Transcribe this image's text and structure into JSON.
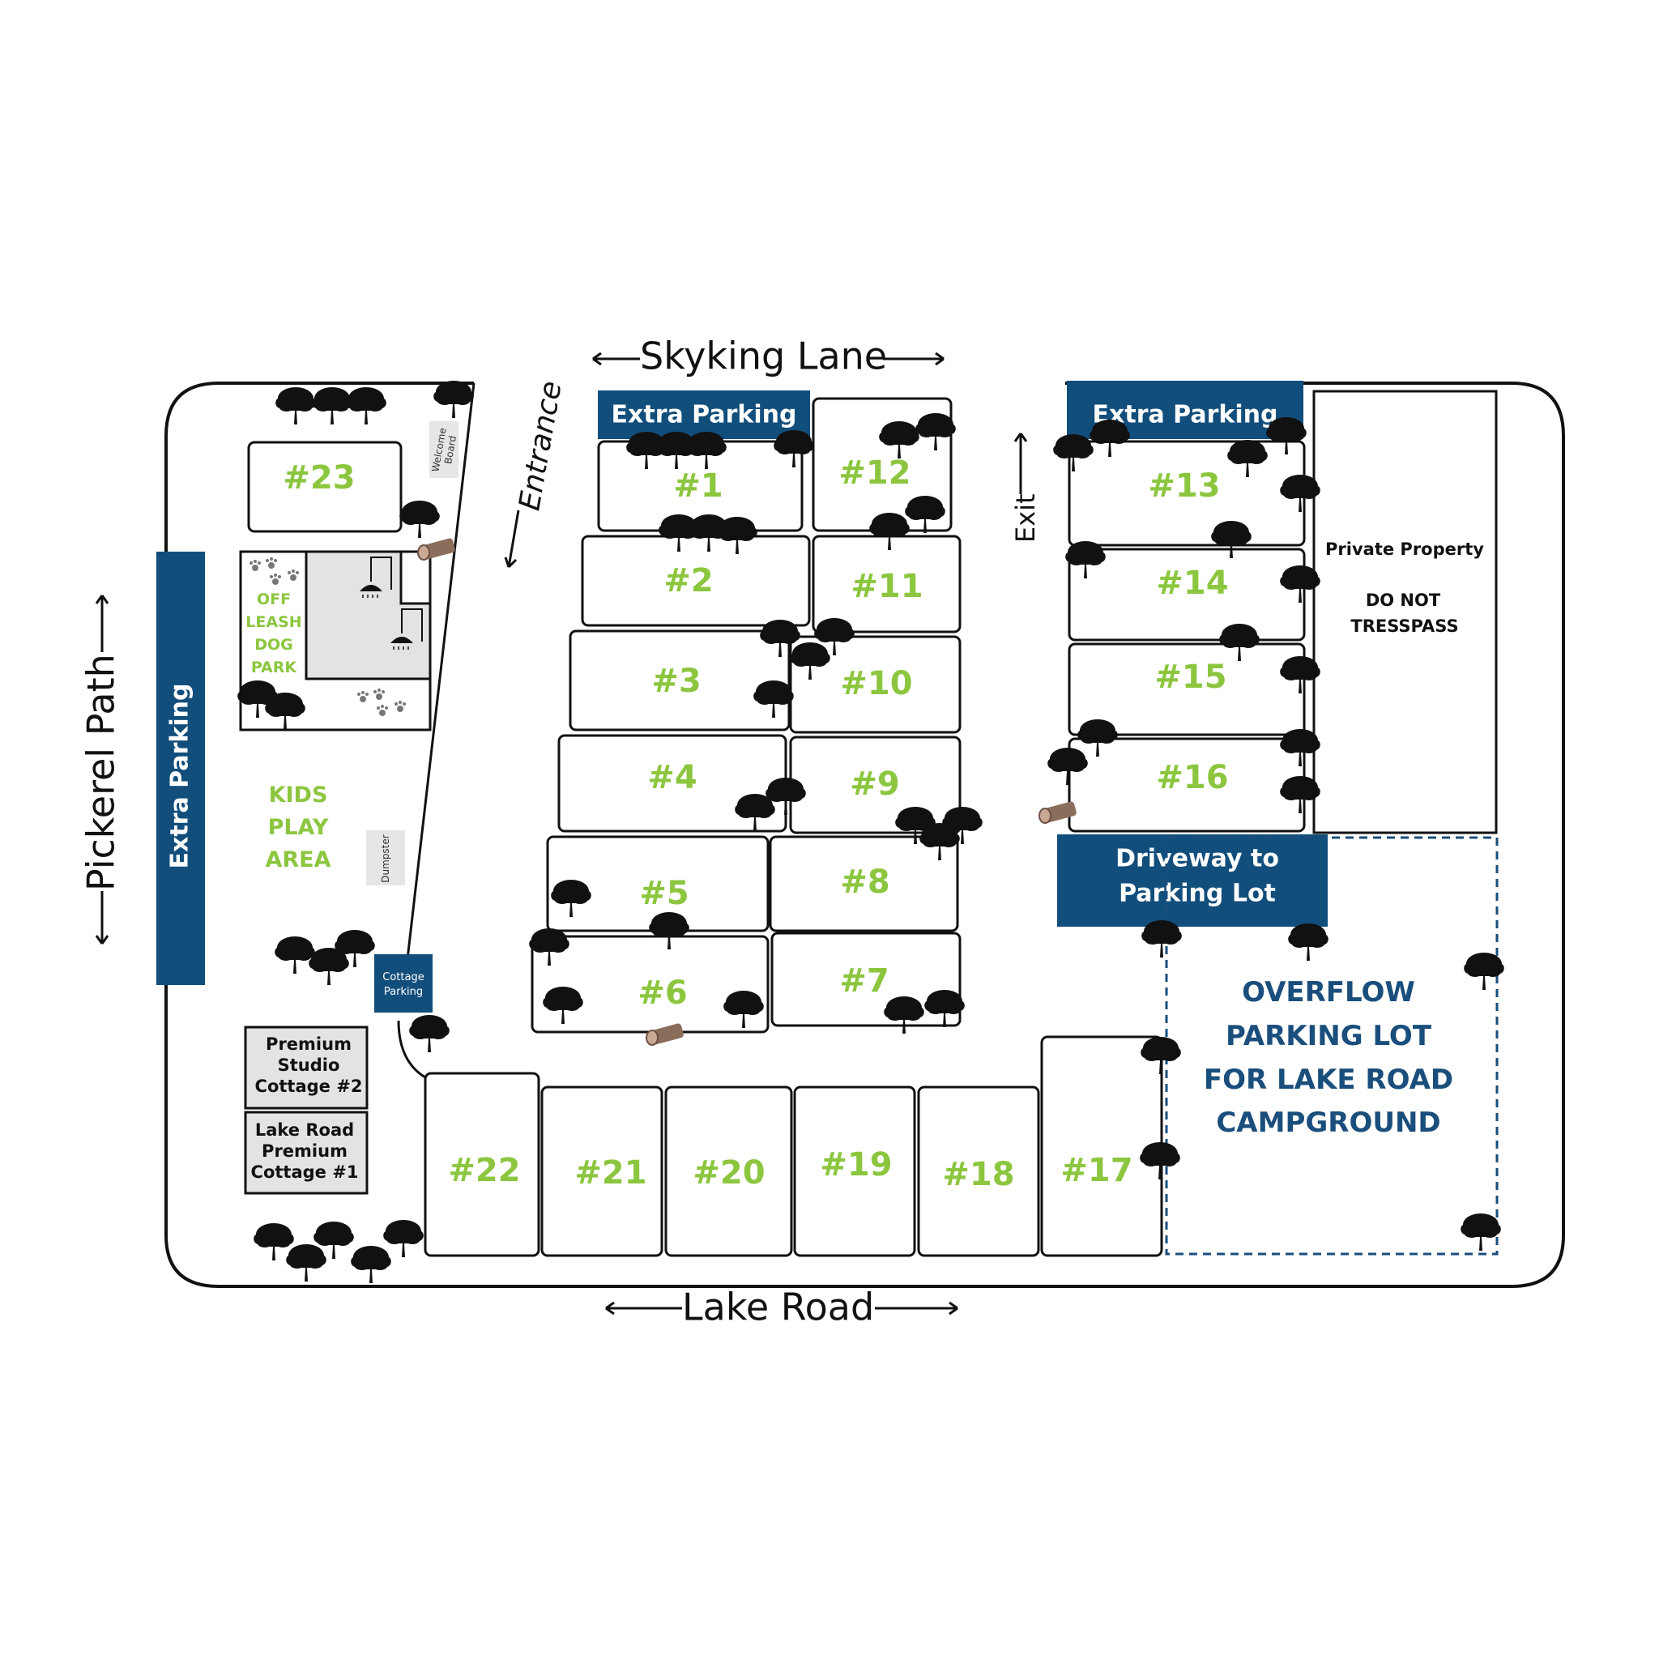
{
  "roads": {
    "top": "Skyking Lane",
    "bottom": "Lake Road",
    "left": "Pickerel Path",
    "entrance": "Entrance",
    "exit": "Exit"
  },
  "sites": {
    "s1": "#1",
    "s2": "#2",
    "s3": "#3",
    "s4": "#4",
    "s5": "#5",
    "s6": "#6",
    "s7": "#7",
    "s8": "#8",
    "s9": "#9",
    "s10": "#10",
    "s11": "#11",
    "s12": "#12",
    "s13": "#13",
    "s14": "#14",
    "s15": "#15",
    "s16": "#16",
    "s17": "#17",
    "s18": "#18",
    "s19": "#19",
    "s20": "#20",
    "s21": "#21",
    "s22": "#22",
    "s23": "#23"
  },
  "labels": {
    "extra_parking_top_left": "Extra Parking",
    "extra_parking_top_right": "Extra Parking",
    "extra_parking_left": "Extra Parking",
    "driveway_line1": "Driveway to",
    "driveway_line2": "Parking Lot",
    "private_line1": "Private Property",
    "private_line2": "DO NOT",
    "private_line3": "TRESSPASS",
    "dog_park": [
      "OFF",
      "LEASH",
      "DOG",
      "PARK"
    ],
    "kids_area": [
      "KIDS",
      "PLAY",
      "AREA"
    ],
    "overflow": [
      "OVERFLOW",
      "PARKING LOT",
      "FOR LAKE ROAD",
      "CAMPGROUND"
    ],
    "cottage2": [
      "Premium",
      "Studio",
      "Cottage #2"
    ],
    "cottage1": [
      "Lake Road",
      "Premium",
      "Cottage #1"
    ],
    "cottage_parking": [
      "Cottage",
      "Parking"
    ],
    "welcome_board": [
      "Welcome",
      "Board"
    ],
    "dumpster": "Dumpster"
  },
  "colors": {
    "site_green": "#8cc63f",
    "parking_blue": "#124e7c",
    "overflow_blue": "#1a4e7c",
    "tree": "#111111"
  },
  "icons": [
    "tree-icon",
    "log-icon",
    "shower-icon",
    "paw-print-icon",
    "arrow-icon"
  ]
}
